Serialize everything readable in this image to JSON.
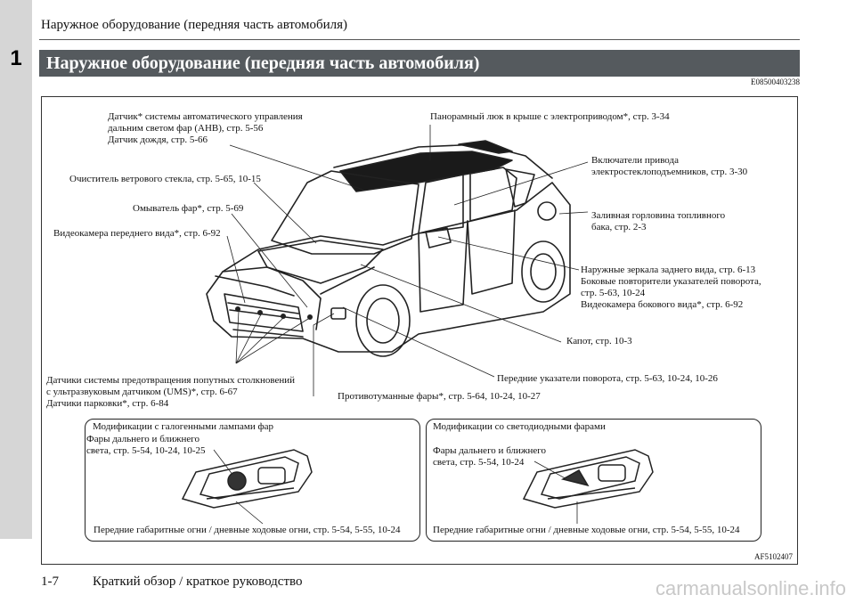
{
  "header": {
    "title": "Наружное оборудование (передняя часть автомобиля)"
  },
  "chapter": {
    "number": "1"
  },
  "section": {
    "title": "Наружное оборудование (передняя часть автомобиля)",
    "code": "E08500403238"
  },
  "figure": {
    "code": "AF5102407",
    "labels": {
      "ahb_sensor": "Датчик* системы автоматического управления\nдальним светом фар (AHB), стр. 5-56\nДатчик дождя, стр. 5-66",
      "sunroof": "Панорамный люк в крыше с электроприводом*, стр. 3-34",
      "window_switches": "Включатели привода\nэлектростеклоподъемников, стр. 3-30",
      "wipers": "Очиститель ветрового стекла, стр. 5-65, 10-15",
      "fuel_filler": "Заливная горловина топливного\nбака, стр. 2-3",
      "headlamp_washer": "Омыватель фар*, стр. 5-69",
      "front_camera": "Видеокамера переднего вида*, стр. 6-92",
      "mirrors": "Наружные зеркала заднего вида, стр. 6-13\nБоковые повторители указателей поворота,\nстр. 5-63, 10-24\nВидеокамера бокового вида*, стр. 6-92",
      "hood": "Капот, стр. 10-3",
      "sensors": "Датчики системы предотвращения попутных столкновений\nс ультразвуковым датчиком (UMS)*, стр. 6-67\nДатчики парковки*, стр. 6-84",
      "turn_signals": "Передние указатели поворота, стр. 5-63, 10-24, 10-26",
      "fog_lamps": "Противотуманные фары*, стр. 5-64, 10-24, 10-27"
    },
    "halogen": {
      "title": "Модификации с галогенными лампами фар",
      "headlamp": "Фары дальнего и ближнего\nсвета, стр. 5-54, 10-24, 10-25",
      "position": "Передние габаритные огни / дневные ходовые огни, стр. 5-54, 5-55, 10-24"
    },
    "led": {
      "title": "Модификации со светодиодными фарами",
      "headlamp": "Фары дальнего и ближнего\nсвета, стр. 5-54, 10-24",
      "position": "Передние габаритные огни / дневные ходовые огни, стр. 5-54, 5-55, 10-24"
    }
  },
  "footer": {
    "page": "1-7",
    "title": "Краткий обзор / краткое руководство"
  },
  "watermark": "carmanualsonline.info"
}
